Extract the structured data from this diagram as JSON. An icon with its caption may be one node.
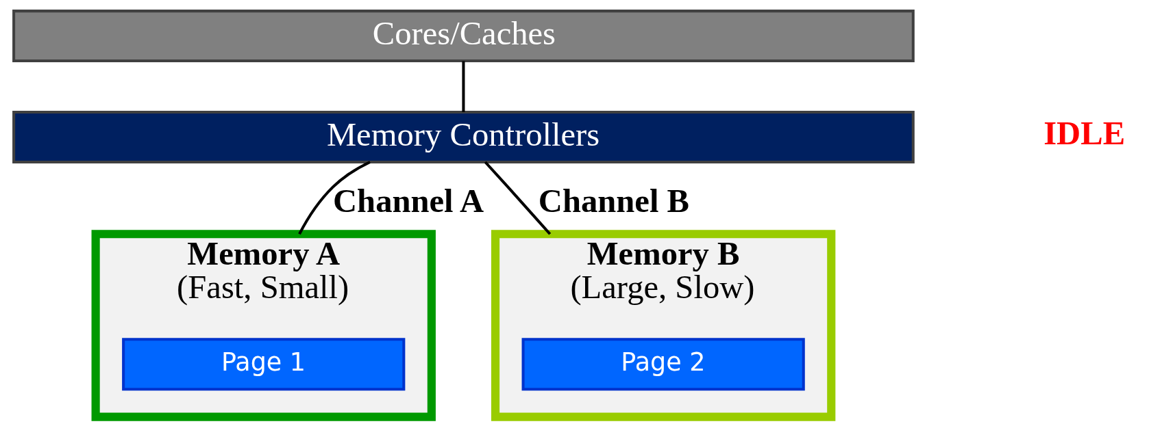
{
  "diagram": {
    "nodes": [
      {
        "text": [
          "Cores/Caches"
        ]
      },
      {
        "text": [
          "Memory Controllers"
        ]
      },
      {
        "text": [
          "Memory A",
          "(Fast, Small)"
        ]
      },
      {
        "text": [
          "Page 1"
        ],
        "in": 2
      },
      {
        "text": [
          "Memory B",
          "(Large, Slow)"
        ]
      },
      {
        "text": [
          "Page 2"
        ],
        "in": 4
      }
    ],
    "edges": [
      {
        "from": 0,
        "to": 1,
        "arrow": "none"
      },
      {
        "from": 1,
        "to": 2,
        "arrow": "none",
        "label": "Channel A"
      },
      {
        "from": 1,
        "to": 4,
        "arrow": "none",
        "label": "Channel B"
      }
    ],
    "labels": [
      "IDLE"
    ]
  }
}
